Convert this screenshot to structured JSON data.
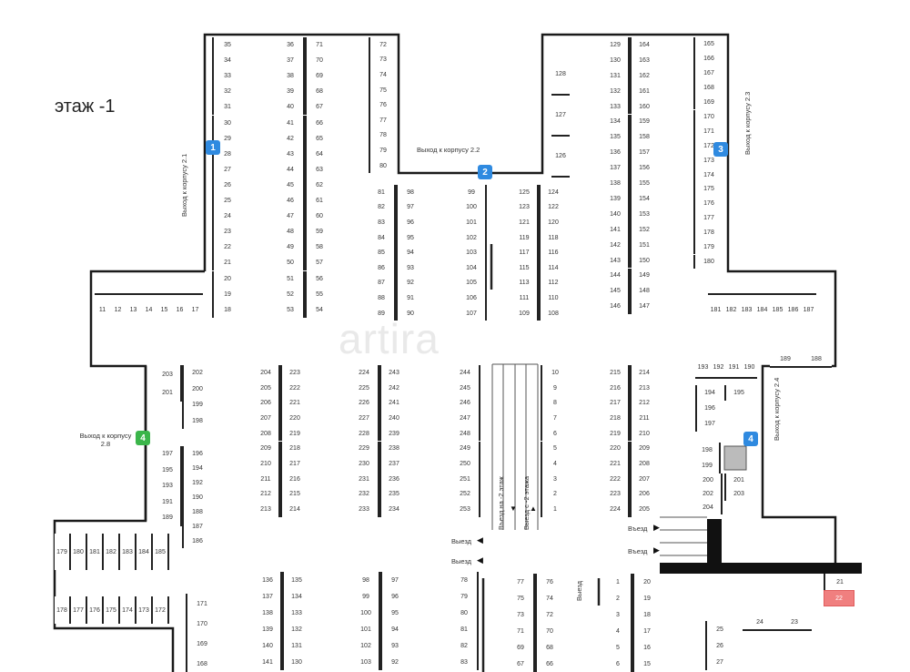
{
  "floor_title": "этаж -1",
  "watermark": "artira",
  "exits": [
    {
      "num": "1",
      "label": "Выход к корпусу 2.1",
      "color": "#2f8ae0"
    },
    {
      "num": "2",
      "label": "Выход к корпусу 2.2",
      "color": "#2f8ae0"
    },
    {
      "num": "3",
      "label": "Выход к корпусу 2.3",
      "color": "#2f8ae0"
    },
    {
      "num": "4",
      "label": "Выход к корпусу 2.4",
      "color": "#2f8ae0"
    },
    {
      "num": "4",
      "label": "Выход к корпусу 2.8",
      "color": "#3bb54a"
    }
  ],
  "ramps": {
    "entry": "Въезд",
    "exit": "Выезд",
    "ramp_down": "Въезд на -2 этаж",
    "ramp_up": "Выезд с -2 этажа"
  },
  "highlighted_space": "22",
  "highlight_color": "#f07f7f",
  "spaces": {
    "a": [
      "35",
      "34",
      "33",
      "32",
      "31",
      "30",
      "29",
      "28",
      "27",
      "26",
      "25",
      "24",
      "23",
      "22",
      "21",
      "20",
      "19",
      "18"
    ],
    "b": [
      "36",
      "37",
      "38",
      "39",
      "40",
      "41",
      "42",
      "43",
      "44",
      "45",
      "46",
      "47",
      "48",
      "49",
      "50",
      "51",
      "52",
      "53"
    ],
    "c": [
      "71",
      "70",
      "69",
      "68",
      "67",
      "66",
      "65",
      "64",
      "63",
      "62",
      "61",
      "60",
      "59",
      "58",
      "57",
      "56",
      "55",
      "54"
    ],
    "d": [
      "72",
      "73",
      "74",
      "75",
      "76",
      "77",
      "78",
      "79",
      "80"
    ],
    "e": [
      "81",
      "82",
      "83",
      "84",
      "85",
      "86",
      "87",
      "88",
      "89"
    ],
    "f": [
      "98",
      "97",
      "96",
      "95",
      "94",
      "93",
      "92",
      "91",
      "90"
    ],
    "g": [
      "99",
      "100",
      "101",
      "102",
      "103",
      "104",
      "105",
      "106",
      "107"
    ],
    "h": [
      "125",
      "123",
      "121",
      "119",
      "117",
      "115",
      "113",
      "111",
      "109"
    ],
    "i": [
      "124",
      "122",
      "120",
      "118",
      "116",
      "114",
      "112",
      "110",
      "108"
    ],
    "j": [
      "128",
      "127",
      "126"
    ],
    "k": [
      "129",
      "130",
      "131",
      "132",
      "133",
      "134",
      "135",
      "136",
      "137",
      "138",
      "139",
      "140",
      "141",
      "142",
      "143",
      "144",
      "145",
      "146"
    ],
    "l": [
      "164",
      "163",
      "162",
      "161",
      "160",
      "159",
      "158",
      "157",
      "156",
      "155",
      "154",
      "153",
      "152",
      "151",
      "150",
      "149",
      "148",
      "147"
    ],
    "m": [
      "165",
      "166",
      "167",
      "168",
      "169",
      "170",
      "171",
      "172",
      "173",
      "174",
      "175",
      "176",
      "177",
      "178",
      "179",
      "180"
    ],
    "n": [
      "181",
      "182",
      "183",
      "184",
      "185",
      "186",
      "187"
    ],
    "o": [
      "11",
      "12",
      "13",
      "14",
      "15",
      "16",
      "17"
    ],
    "p": [
      "203",
      "201"
    ],
    "q": [
      "202",
      "200",
      "199",
      "198"
    ],
    "r": [
      "197",
      "195",
      "193",
      "191",
      "189"
    ],
    "s": [
      "196",
      "194",
      "192",
      "190",
      "188",
      "187",
      "186"
    ],
    "t": [
      "204",
      "205",
      "206",
      "207",
      "208",
      "209",
      "210",
      "211",
      "212",
      "213"
    ],
    "u": [
      "223",
      "222",
      "221",
      "220",
      "219",
      "218",
      "217",
      "216",
      "215",
      "214"
    ],
    "v": [
      "224",
      "225",
      "226",
      "227",
      "228",
      "229",
      "230",
      "231",
      "232",
      "233"
    ],
    "w": [
      "243",
      "242",
      "241",
      "240",
      "239",
      "238",
      "237",
      "236",
      "235",
      "234"
    ],
    "x": [
      "244",
      "245",
      "246",
      "247",
      "248",
      "249",
      "250",
      "251",
      "252",
      "253"
    ],
    "y": [
      "10",
      "9",
      "8",
      "7",
      "6",
      "5",
      "4",
      "3",
      "2",
      "1"
    ],
    "z": [
      "215",
      "216",
      "217",
      "218",
      "219",
      "220",
      "221",
      "222",
      "223",
      "224"
    ],
    "aa": [
      "214",
      "213",
      "212",
      "211",
      "210",
      "209",
      "208",
      "207",
      "206",
      "205"
    ],
    "ab": [
      "193",
      "192",
      "191",
      "190"
    ],
    "ac": [
      "189",
      "188"
    ],
    "ad": [
      "194",
      "196",
      "197"
    ],
    "ae": [
      "195"
    ],
    "af": [
      "198",
      "199"
    ],
    "ag": [
      "200",
      "202",
      "204"
    ],
    "ah": [
      "201",
      "203"
    ],
    "ai": [
      "179",
      "180",
      "181",
      "182",
      "183",
      "184",
      "185"
    ],
    "aj": [
      "178",
      "177",
      "176",
      "175",
      "174",
      "173",
      "172"
    ],
    "ak": [
      "171",
      "170",
      "169",
      "168"
    ],
    "al": [
      "136",
      "137",
      "138",
      "139",
      "140",
      "141"
    ],
    "am": [
      "135",
      "134",
      "133",
      "132",
      "131",
      "130"
    ],
    "an": [
      "98",
      "99",
      "100",
      "101",
      "102",
      "103"
    ],
    "ao": [
      "97",
      "96",
      "95",
      "94",
      "93",
      "92"
    ],
    "ap": [
      "78",
      "79",
      "80",
      "81",
      "82",
      "83"
    ],
    "aq": [
      "77",
      "75",
      "73",
      "71",
      "69",
      "67"
    ],
    "ar": [
      "76",
      "74",
      "72",
      "70",
      "68",
      "66"
    ],
    "as": [
      "1",
      "2",
      "3",
      "4",
      "5",
      "6"
    ],
    "at": [
      "20",
      "19",
      "18",
      "17",
      "16",
      "15"
    ],
    "au": [
      "21",
      "22"
    ],
    "av": [
      "24",
      "23"
    ],
    "aw": [
      "25",
      "26",
      "27"
    ]
  }
}
